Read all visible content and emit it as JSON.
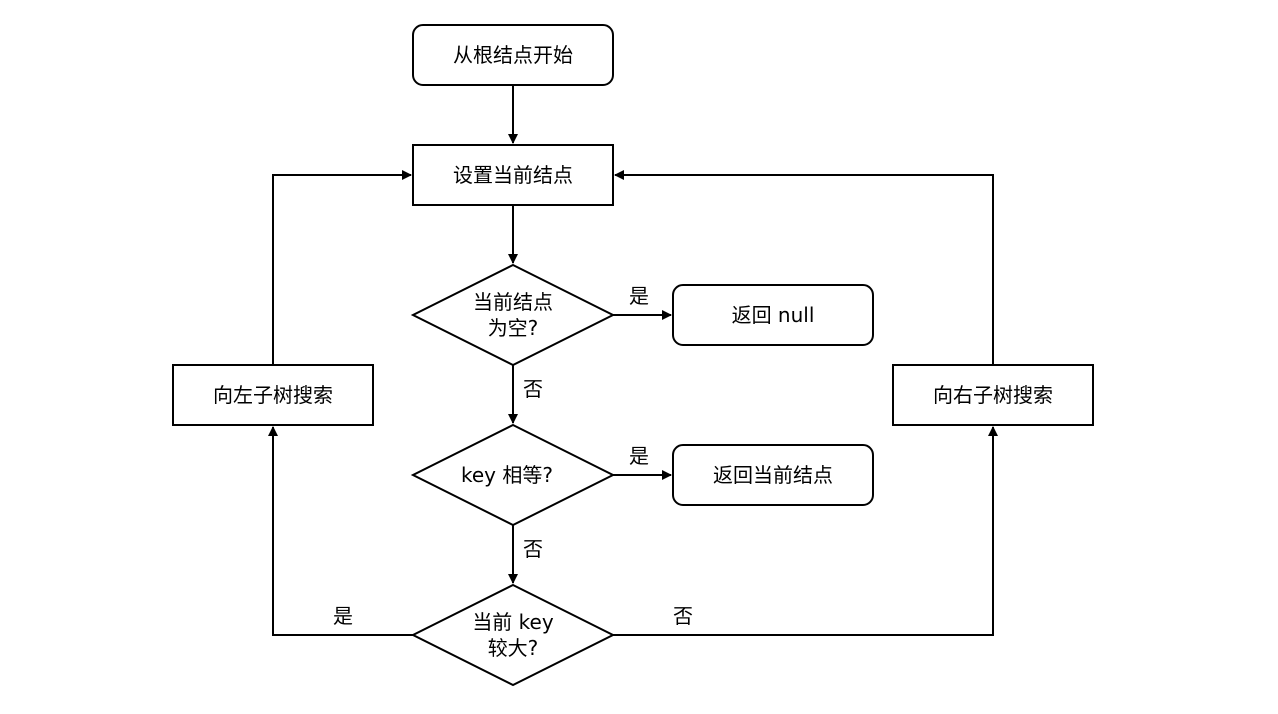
{
  "nodes": {
    "start": "从根结点开始",
    "set_current": "设置当前结点",
    "is_null_line1": "当前结点",
    "is_null_line2": "为空?",
    "return_null": "返回 null",
    "key_equal": "key 相等?",
    "return_current": "返回当前结点",
    "key_greater_line1": "当前 key",
    "key_greater_line2": "较大?",
    "search_left": "向左子树搜索",
    "search_right": "向右子树搜索"
  },
  "edges": {
    "null_yes": "是",
    "null_no": "否",
    "equal_yes": "是",
    "equal_no": "否",
    "greater_yes": "是",
    "greater_no": "否"
  },
  "colors": {
    "stroke": "#000000",
    "fill": "#ffffff",
    "text": "#000000"
  }
}
